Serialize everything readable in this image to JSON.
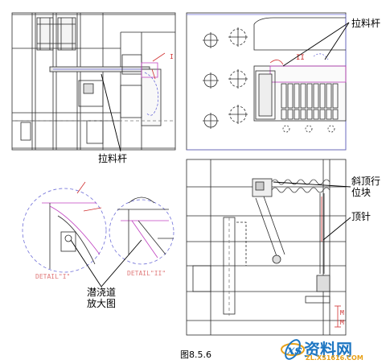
{
  "figure": {
    "caption": "图8.5.6",
    "labels": {
      "sprue_puller_top_right": "拉料杆",
      "sprue_puller_left": "拉料杆",
      "angled_lifter": "斜顶行\n位块",
      "ejector_pin": "顶针",
      "enlarged_gate": "潜浇道\n放大图"
    },
    "details": {
      "detail_1": "DETAIL\"I\"",
      "detail_2": "DETAIL\"II\""
    },
    "view_marks": {
      "mark_1": "I",
      "mark_2": "II"
    },
    "dimension_marks": [
      "M",
      "M"
    ]
  },
  "watermark": {
    "brand": "资料网",
    "url": "ZL.XS1616.COM"
  },
  "colors": {
    "line": "#2a2a2a",
    "blue": "#6f6fd8",
    "magenta": "#c040c0",
    "red": "#d03030",
    "dashed": "#7a7a7a",
    "watermark_blue": "#1d76c2",
    "watermark_orange": "#e8a21a"
  }
}
